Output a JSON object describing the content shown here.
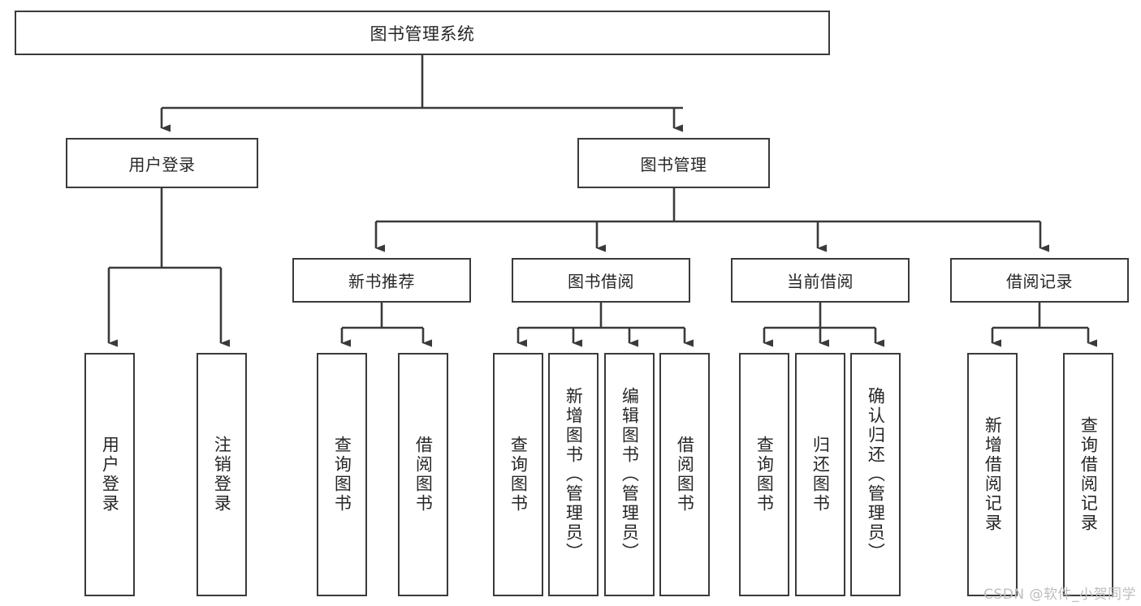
{
  "diagram": {
    "title": "图书管理系统",
    "watermark": "CSDN @软件_小贺同学",
    "colors": {
      "box_border": "#3a3a3a",
      "box_fill": "#ffffff",
      "connector": "#3a3a3a",
      "text": "#262626",
      "watermark": "#bdbdbd",
      "background": "#ffffff"
    },
    "root": {
      "label": "图书管理系统"
    },
    "level2": [
      {
        "label": "用户登录"
      },
      {
        "label": "图书管理"
      }
    ],
    "level3": [
      {
        "label": "新书推荐"
      },
      {
        "label": "图书借阅"
      },
      {
        "label": "当前借阅"
      },
      {
        "label": "借阅记录"
      }
    ],
    "leaves": {
      "user_login": [
        {
          "label": "用户登录"
        },
        {
          "label": "注销登录"
        }
      ],
      "new_book_recommend": [
        {
          "label": "查询图书"
        },
        {
          "label": "借阅图书"
        }
      ],
      "book_borrow": [
        {
          "label": "查询图书"
        },
        {
          "label": "新增图书（管理员）"
        },
        {
          "label": "编辑图书（管理员）"
        },
        {
          "label": "借阅图书"
        }
      ],
      "current_borrow": [
        {
          "label": "查询图书"
        },
        {
          "label": "归还图书"
        },
        {
          "label": "确认归还（管理员）"
        }
      ],
      "borrow_record": [
        {
          "label": "新增借阅记录"
        },
        {
          "label": "查询借阅记录"
        }
      ]
    }
  }
}
